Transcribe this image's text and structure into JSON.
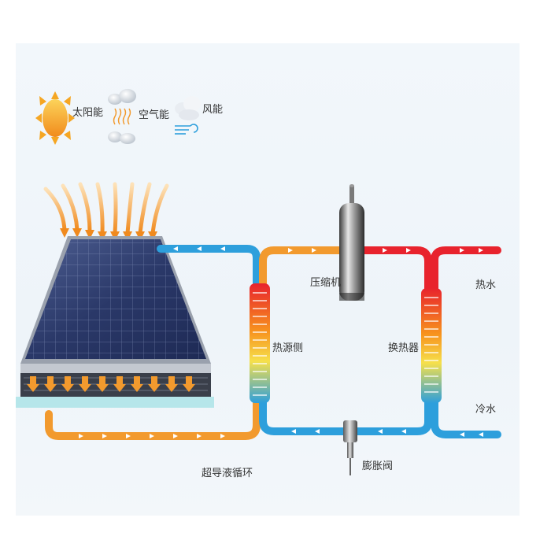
{
  "legend": {
    "solar": "太阳能",
    "air": "空气能",
    "wind": "风能"
  },
  "components": {
    "compressor": "压缩机",
    "heat_source": "热源侧",
    "heat_exchanger": "换热器",
    "expansion_valve": "膨胀阀",
    "loop": "超导液循环",
    "hot_water": "热水",
    "cold_water": "冷水"
  },
  "colors": {
    "hot_pipe": "#e8232d",
    "warm_pipe": "#f29a2e",
    "cold_pipe": "#2d9fdc",
    "sun": "#f5a623",
    "panel": "#2c3a6b"
  }
}
